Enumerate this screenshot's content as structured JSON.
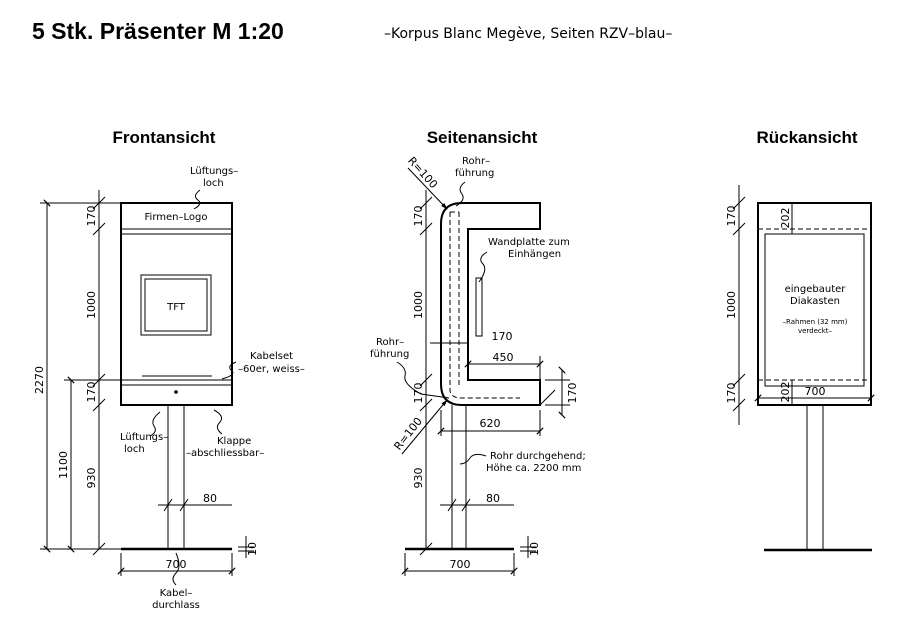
{
  "title": "5 Stk. Präsenter M 1:20",
  "subtitle": "–Korpus Blanc Megève, Seiten RZV–blau–",
  "views": {
    "front": {
      "heading": "Frontansicht",
      "logo": "Firmen–Logo",
      "screen": "TFT",
      "vent_top": [
        "Lüftungs–",
        "loch"
      ],
      "cable_set": [
        "Kabelset",
        "–60er, weiss–"
      ],
      "vent_bottom": [
        "Lüftungs–",
        "loch"
      ],
      "flap": [
        "Klappe",
        "–abschliessbar–"
      ],
      "cable_outlet": [
        "Kabel–",
        "durchlass"
      ],
      "dims": {
        "total": "2270",
        "lower": "1100",
        "h170a": "170",
        "h1000": "1000",
        "h170b": "170",
        "h930": "930",
        "pole": "80",
        "base": "700",
        "base_h": "10"
      }
    },
    "side": {
      "heading": "Seitenansicht",
      "radius_top": "R=100",
      "radius_bottom": "R=100",
      "pipe_top": [
        "Rohr–",
        "führung"
      ],
      "pipe_left": [
        "Rohr–",
        "führung"
      ],
      "wall_plate": [
        "Wandplatte zum",
        "Einhängen"
      ],
      "pipe_through": [
        "Rohr durchgehend;",
        "Höhe ca. 2200 mm"
      ],
      "dims": {
        "h170a": "170",
        "h1000": "1000",
        "h170b": "170",
        "h930": "930",
        "d170": "170",
        "d450": "450",
        "d620": "620",
        "r170": "170",
        "pole": "80",
        "base": "700",
        "base_h": "10"
      }
    },
    "back": {
      "heading": "Rückansicht",
      "diabox": [
        "eingebauter",
        "Diakasten"
      ],
      "frame_note": [
        "–Rahmen (32 mm)",
        "verdeckt–"
      ],
      "dims": {
        "h170a": "170",
        "h1000": "1000",
        "h170b": "170",
        "t202a": "202",
        "t202b": "202",
        "width": "700"
      }
    }
  }
}
